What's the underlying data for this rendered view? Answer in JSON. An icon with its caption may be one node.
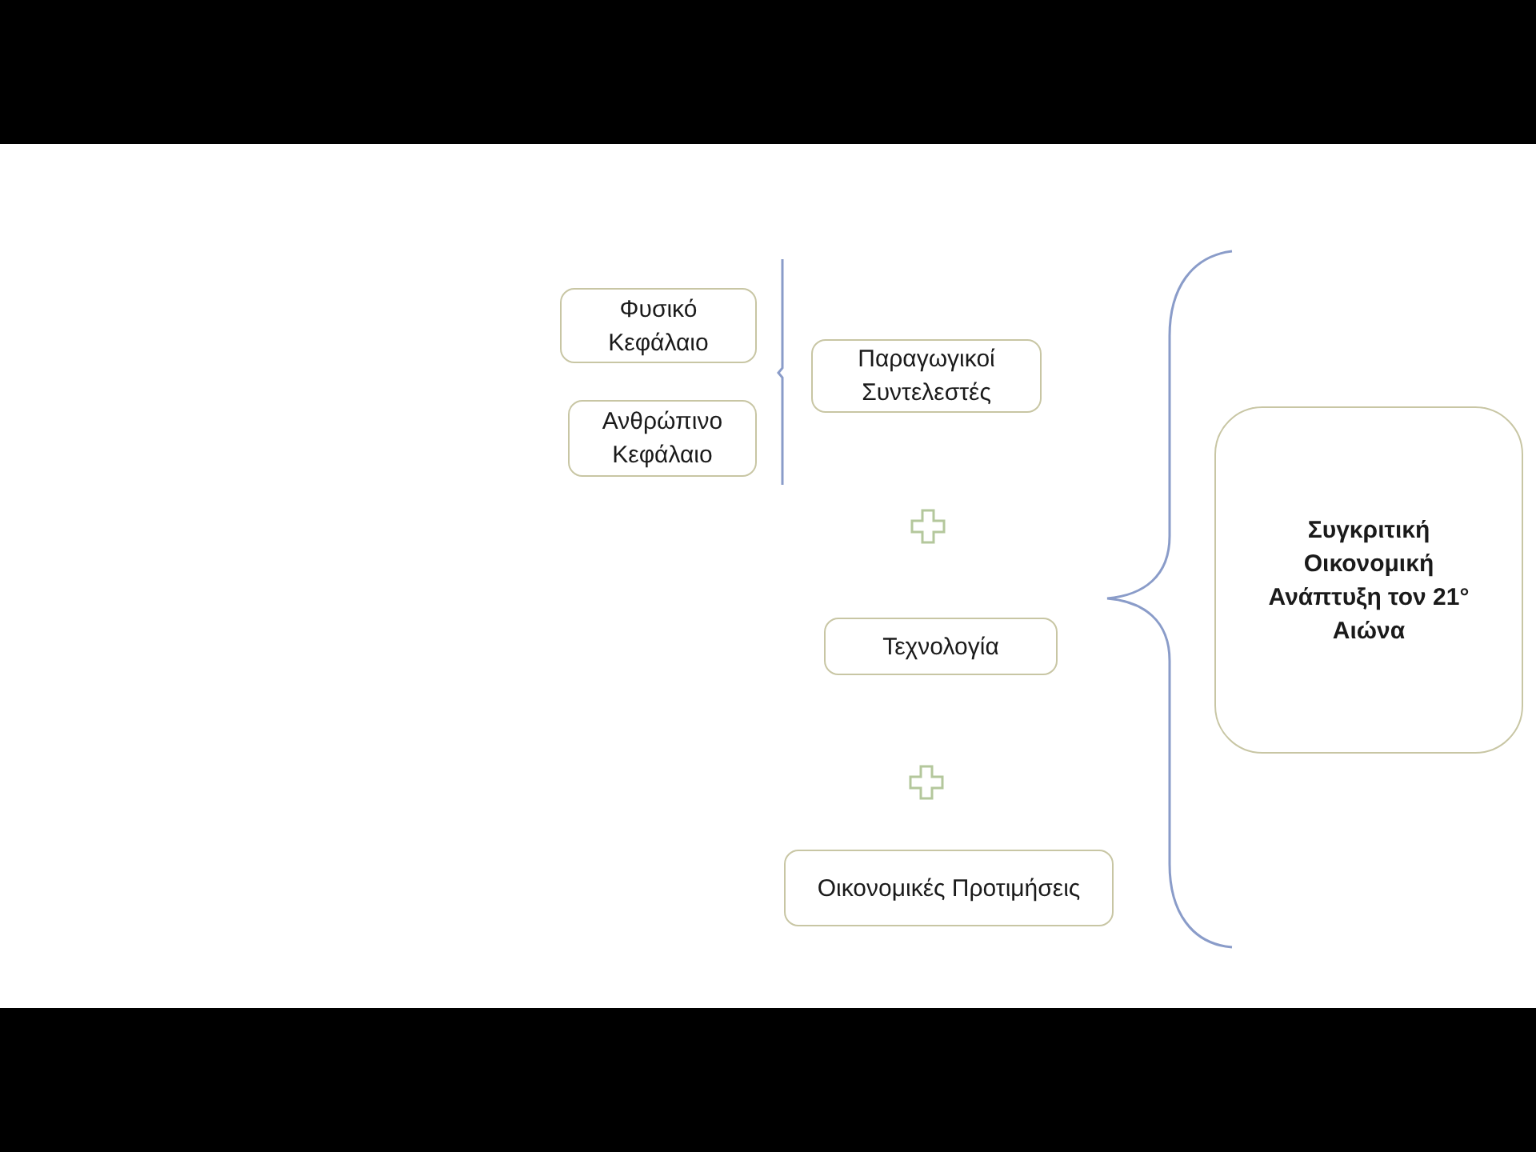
{
  "diagram": {
    "nodes": [
      {
        "text": [
          "Φυσικό Κεφάλαιο"
        ]
      },
      {
        "text": [
          "Ανθρώπινο Κεφάλαιο"
        ]
      },
      {
        "text": [
          "Παραγωγικοί Συντελεστές"
        ]
      },
      {
        "text": [
          "Τεχνολογία"
        ]
      },
      {
        "text": [
          "Οικονομικές Προτιμήσεις"
        ]
      },
      {
        "text": [
          "Συγκριτική Οικονομική Ανάπτυξη τον 21° Αιώνα"
        ]
      }
    ]
  }
}
